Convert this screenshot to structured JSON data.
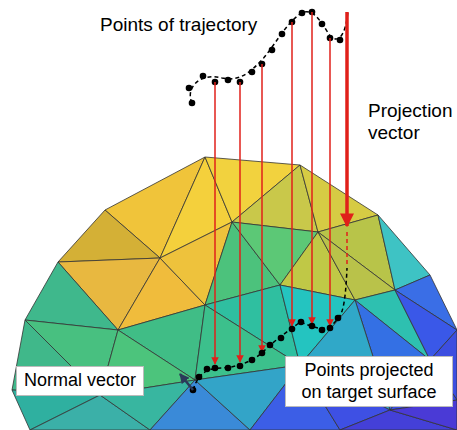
{
  "diagram": {
    "nodes": [
      {
        "text": [
          "Normal vector"
        ]
      },
      {
        "text": [
          "Points projected on target surface"
        ]
      }
    ],
    "labels": [
      "Points of trajectory",
      "Projection vector"
    ]
  }
}
